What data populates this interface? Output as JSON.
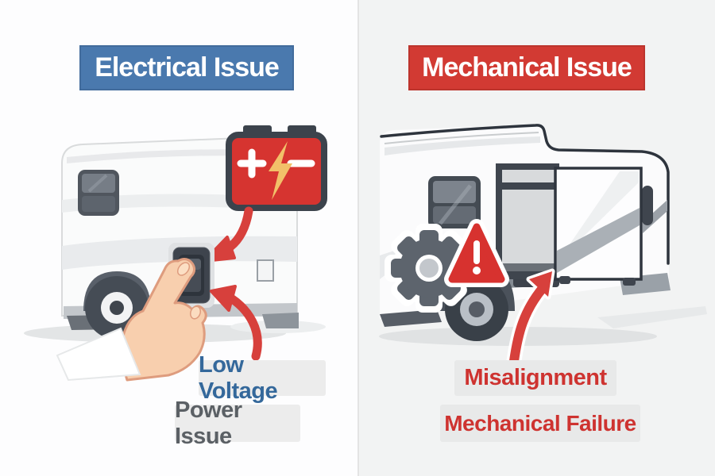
{
  "left_panel": {
    "header": {
      "label": "Electrical Issue",
      "bg": "#4a79ae",
      "text_color": "#ffffff"
    },
    "illustration": {
      "name": "rv-side-view-with-battery-and-rocker-switch",
      "icons": [
        "battery-icon",
        "lightning-bolt-icon",
        "plus-terminal",
        "minus-terminal",
        "arrow-down-icon",
        "curved-arrow-icon",
        "rocker-switch",
        "hand-pointer-icon"
      ],
      "battery": {
        "plus_glyph": "+",
        "minus_glyph": "−"
      }
    },
    "labels": [
      {
        "text": "Low Voltage",
        "color": "#34689b",
        "bg": "#ececec"
      },
      {
        "text": "Power Issue",
        "color": "#5b6065",
        "bg": "#ececec"
      }
    ]
  },
  "right_panel": {
    "header": {
      "label": "Mechanical Issue",
      "bg": "#d23a33",
      "text_color": "#ffffff"
    },
    "illustration": {
      "name": "rv-side-view-with-slide-out-gear-and-warning",
      "icons": [
        "gear-icon",
        "warning-triangle-icon",
        "curved-arrow-icon",
        "slide-out"
      ],
      "warning_glyph": "!"
    },
    "labels": [
      {
        "text": "Misalignment",
        "color": "#ce3330",
        "bg": "#e8e9e9"
      },
      {
        "text": "Mechanical Failure",
        "color": "#ce3330",
        "bg": "#e8e9e9"
      }
    ]
  },
  "colors": {
    "accent_blue": "#4a79ae",
    "accent_red": "#d23a33",
    "arrow_red": "#d7403c",
    "battery_red": "#d63430",
    "bolt_yellow": "#f2c069",
    "charcoal": "#3c434c",
    "gear_gray": "#5d646d",
    "skin": "#f8cfae",
    "left_bg": "#fdfdfe",
    "right_bg": "#f2f3f3",
    "label_bg": "#ececec"
  }
}
